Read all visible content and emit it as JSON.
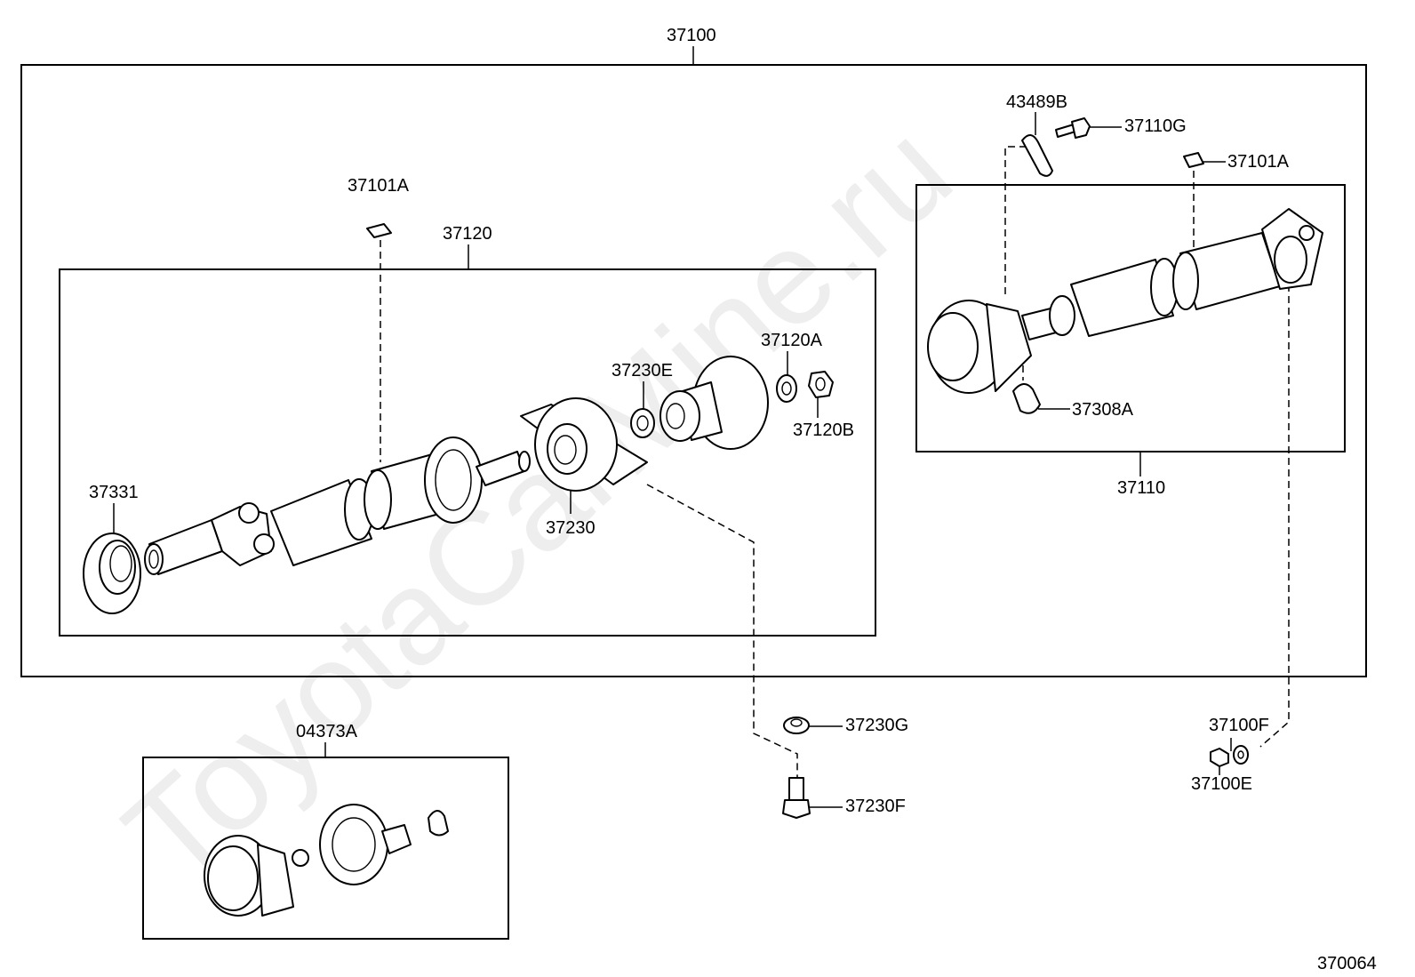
{
  "watermark": "ToyotaCarMine.ru",
  "diagram_id": "370064",
  "labels": {
    "assembly": "37100",
    "rear_shaft": "37120",
    "front_shaft": "37110",
    "rear_cap": "37101A",
    "front_cap": "37101A",
    "plate": "43489B",
    "front_bolt": "37110G",
    "front_lock": "37308A",
    "dust_seal": "37331",
    "bearing": "37230",
    "bearing_washer": "37230E",
    "yoke_washer": "37120A",
    "yoke_nut": "37120B",
    "bracket_washer": "37230G",
    "bracket_bolt": "37230F",
    "joint_kit": "04373A",
    "front_washer": "37100F",
    "front_nut": "37100E"
  }
}
